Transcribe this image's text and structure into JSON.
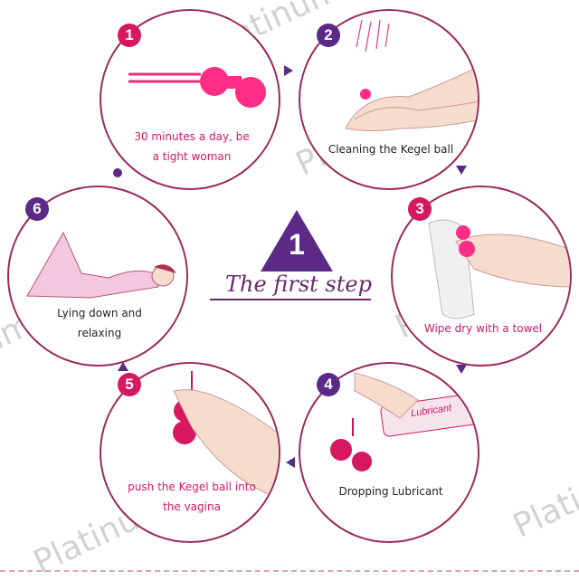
{
  "center": {
    "number": "1",
    "title": "The first step"
  },
  "steps": [
    {
      "number": "1",
      "caption_line1": "30 minutes a day, be",
      "caption_line2": "a tight woman",
      "badge_color": "#d6185f"
    },
    {
      "number": "2",
      "caption_line1": "Cleaning the Kegel ball",
      "caption_line2": "",
      "badge_color": "#5a2a86"
    },
    {
      "number": "3",
      "caption_line1": "Wipe dry with a towel",
      "caption_line2": "",
      "badge_color": "#d6185f"
    },
    {
      "number": "4",
      "caption_line1": "Dropping Lubricant",
      "caption_line2": "",
      "badge_color": "#5a2a86"
    },
    {
      "number": "5",
      "caption_line1": "push the Kegel ball into",
      "caption_line2": "the vagina",
      "badge_color": "#d6185f"
    },
    {
      "number": "6",
      "caption_line1": "Lying down and",
      "caption_line2": "relaxing",
      "badge_color": "#5a2a86"
    }
  ],
  "lubricant_label": "Lubricant",
  "watermark": "PlatinumRx",
  "colors": {
    "pink": "#d6185f",
    "purple": "#5a2a86",
    "ball": "#e8307a",
    "skin": "#f6dccc"
  }
}
